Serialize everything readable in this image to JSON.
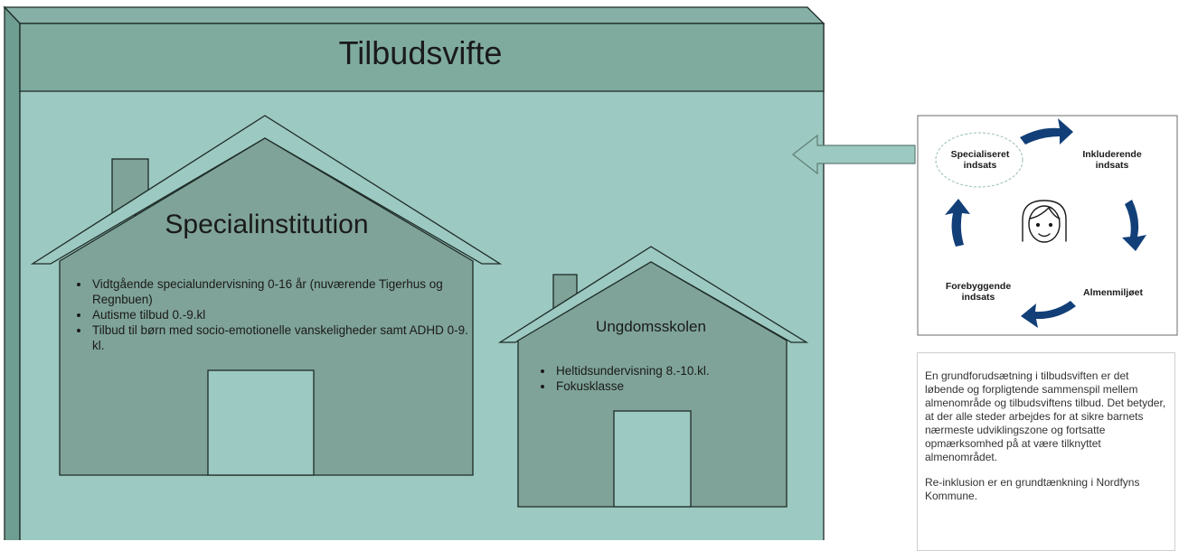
{
  "diagram": {
    "title": "Tilbudsvifte",
    "colors": {
      "panel_front": "#9cc9c1",
      "panel_header": "#7fab9f",
      "panel_side": "#6e9e91",
      "house_fill": "#7fa398",
      "stroke": "#1e2b27",
      "arrow_blue": "#123f78"
    },
    "special_house": {
      "title": "Specialinstitution",
      "items": [
        "Vidtgående specialundervisning 0-16 år (nuværende Tigerhus og Regnbuen)",
        "Autisme tilbud 0.-9.kl",
        "Tilbud til børn med socio-emotionelle vanskeligheder samt ADHD 0-9. kl."
      ]
    },
    "youth_house": {
      "title": "Ungdomsskolen",
      "items": [
        "Heltidsundervisning 8.-10.kl.",
        "Fokusklasse"
      ]
    },
    "cycle": {
      "labels": {
        "specialiseret": "Specialiseret\nindsats",
        "inkluderende": "Inkluderende\nindsats",
        "almenmiljo": "Almenmiljøet",
        "forebyggende": "Forebyggende\nindsats"
      },
      "center_icon": "child-face-icon"
    },
    "text_box": {
      "paragraph1": "En grundforudsætning i tilbudsviften er det løbende og forpligtende sammenspil mellem almenområde og tilbudsviftens tilbud. Det betyder, at der alle steder arbejdes for at sikre barnets nærmeste udviklingszone og fortsatte opmærksomhed på at være tilknyttet almenområdet.",
      "paragraph2": "Re-inklusion er en grundtænkning i Nordfyns Kommune."
    }
  }
}
